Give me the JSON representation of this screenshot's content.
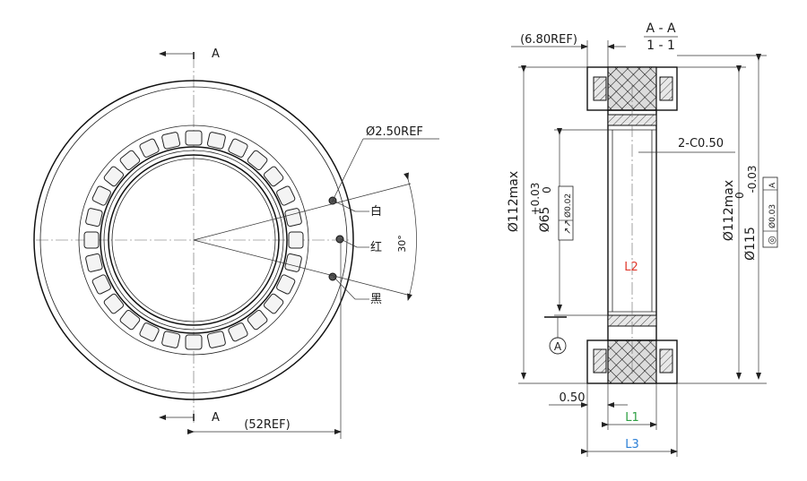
{
  "front_view": {
    "section_mark_top": "A",
    "section_mark_bottom": "A",
    "hole_diameter": "Ø2.50REF",
    "wire_white": "白",
    "wire_red": "红",
    "wire_black": "黑",
    "angle": "30°",
    "offset_dim": "(52REF)"
  },
  "section_view": {
    "title_top": "A - A",
    "title_bottom": "1 - 1",
    "offset_dim": "(6.80REF)",
    "chamfer": "2-C0.50",
    "outer_dia_left": "Ø112max",
    "inner_dia": "Ø65",
    "inner_tol_upper": "+0.03",
    "inner_tol_lower": "0",
    "runout_symbol": "↗↗",
    "runout_value": "Ø0.02",
    "outer_dia_right": "Ø112max",
    "bore_dia": "Ø115",
    "bore_tol_upper": "0",
    "bore_tol_lower": "-0.03",
    "concentricity_symbol": "◎",
    "concentricity_value": "Ø0.03",
    "concentricity_datum": "A",
    "datum_label": "A",
    "step_dim": "0.50",
    "length_L1": "L1",
    "length_L2": "L2",
    "length_L3": "L3"
  },
  "colors": {
    "L1": "#2ea043",
    "L2": "#e0392d",
    "L3": "#2b7fd6"
  }
}
